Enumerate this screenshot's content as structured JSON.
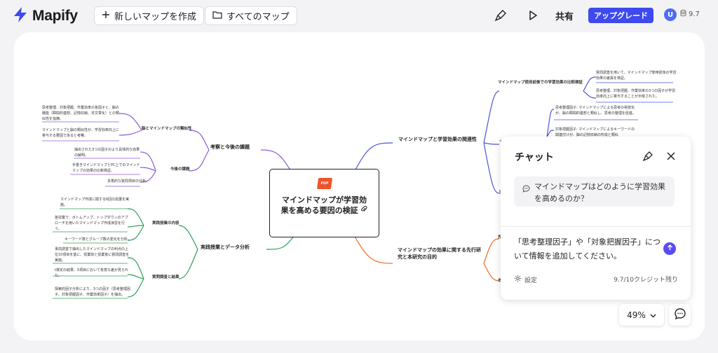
{
  "app": {
    "name": "Mapify"
  },
  "toolbar": {
    "new_map": "新しいマップを作成",
    "all_maps": "すべてのマップ",
    "share": "共有",
    "upgrade": "アップグレード",
    "avatar_initial": "U",
    "credits": "9.7"
  },
  "icons": {
    "logo": "lightning-bolt",
    "new_map": "plus",
    "all_maps": "folder",
    "brush": "paint-brush",
    "present": "play",
    "credits": "database"
  },
  "colors": {
    "accent": "#3d4af0",
    "purple": "#8b5cd6",
    "blue": "#4a56d8",
    "green": "#2f9e5a",
    "orange": "#ef6a25"
  },
  "mindmap": {
    "central": {
      "badge": "PDF",
      "title": "マインドマップが学習効果を高める要因の検証"
    },
    "branches": {
      "b1": "考察と今後の課題",
      "b2": "マインドマップと学習効果の関連性",
      "b3": "実践授業とデータ分析",
      "b4": "マインドマップの効果に関する先行研究と本研究の目的"
    },
    "subs": {
      "s1": "脳とマインドマップの類似性",
      "s2": "今後の課題",
      "s3": "マインドマップ使用前後での学習効果の比較検証",
      "s4": "実践授業の内容",
      "s5": "質問調査と結果"
    },
    "leaves": {
      "l1": "思考整理、対象把握、作業効率の各因子と、脳の機能（瞬間的連想、記憶収納、非文章化）との類似性を指摘。",
      "l2": "マインドマップと脳の類似性が、学習効率向上に寄与する要因であると考察。",
      "l3": "抽出された3つの因子のより具体的な効果の解明。",
      "l4": "手書きマインドマップとPC上でのマインドマップの効果の比較検証。",
      "l5": "多角的な質問項目の分析。",
      "l6": "質問調査を用いて、マインドマップ使用前後の学習効果の差異を検証。",
      "l7": "思考整理、対象把握、作業効率の3つの因子が学習効率向上に寄与することが示唆された。",
      "l8": "思考整理因子: マインドマップによる思考の視覚化が、脳の瞬間的連想と類似し、思考の整理を促進。",
      "l9": "対象把握因子: マインドマップによるキーワードの関連付けが、脳の記憶収納の形成と類似",
      "l10": "マインドマップ作成に関する6回の授業を実施。",
      "l11": "各授業で、ボトムアップ、トップダウンのアプローチを用いたマインドマップ作成演習を行う。",
      "l12": "キーワード数とグループ数の変化を分析。",
      "l13": "事前調査で抽出したマインドマップの利点の上位10項目を基に、授業前と授業後に質問調査を実施。",
      "l14": "t検定の結果、5項目において有意な差が見られた。",
      "l15": "探索的因子分析により、3つの因子（思考整理因子、対象把握因子、作業効率因子）を抽出。",
      "x1": "マ",
      "x2": "比",
      "x3": "先",
      "x4": "本"
    }
  },
  "chat": {
    "title": "チャット",
    "suggestion": "マインドマップはどのように学習効果を高めるのか？",
    "input": "「思考整理因子」や「対象把握因子」について情報を追加してください。",
    "settings": "設定",
    "remaining": "9.7/10クレジット残り"
  },
  "zoom": {
    "level": "49%"
  }
}
